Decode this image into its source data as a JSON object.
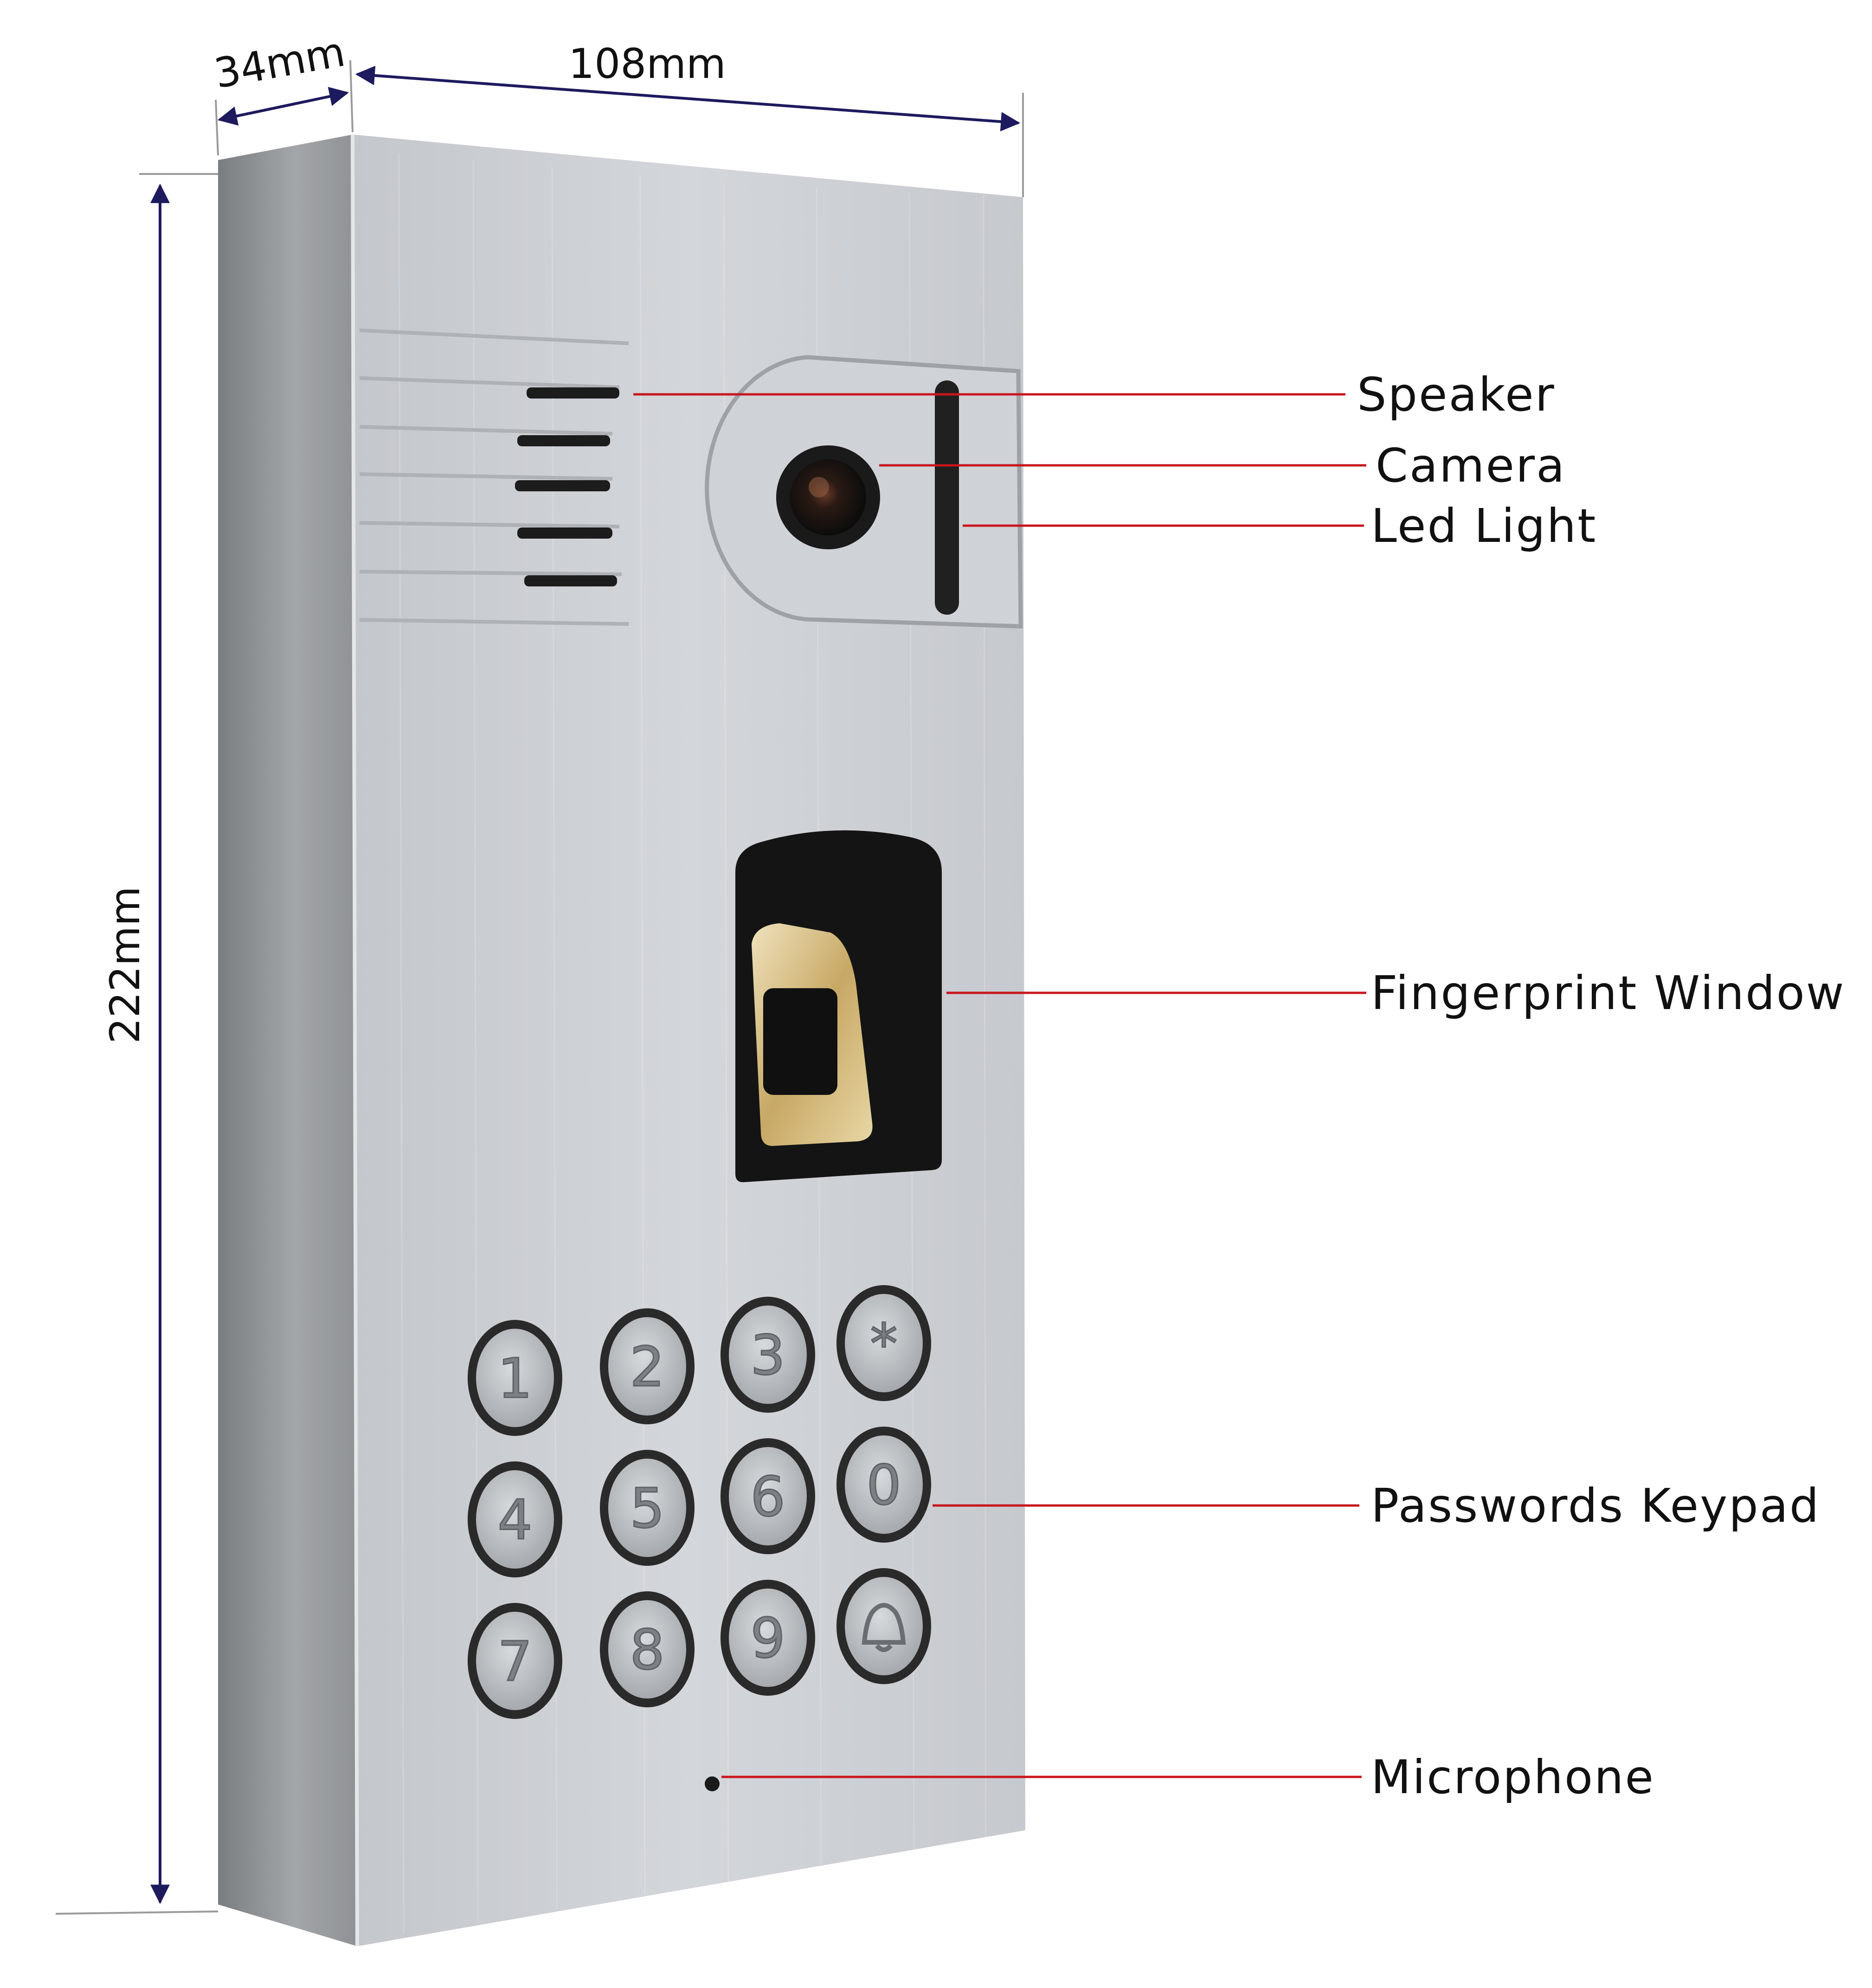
{
  "dimensions": {
    "depth": "34mm",
    "width": "108mm",
    "height": "222mm"
  },
  "callouts": {
    "speaker": "Speaker",
    "camera": "Camera",
    "led_light": "Led Light",
    "fingerprint_window": "Fingerprint Window",
    "passwords_keypad": "Passwords Keypad",
    "microphone": "Microphone"
  },
  "keypad": {
    "keys": [
      "1",
      "2",
      "3",
      "*",
      "4",
      "5",
      "6",
      "0",
      "7",
      "8",
      "9",
      "bell"
    ]
  },
  "colors": {
    "dimension_line": "#1e1a5e",
    "callout_line": "#c8161d",
    "panel_silver": "#c9ccd0",
    "side_grey": "#8e9194",
    "fingerprint_black": "#141414",
    "sensor_gold": "#d7bf86"
  }
}
